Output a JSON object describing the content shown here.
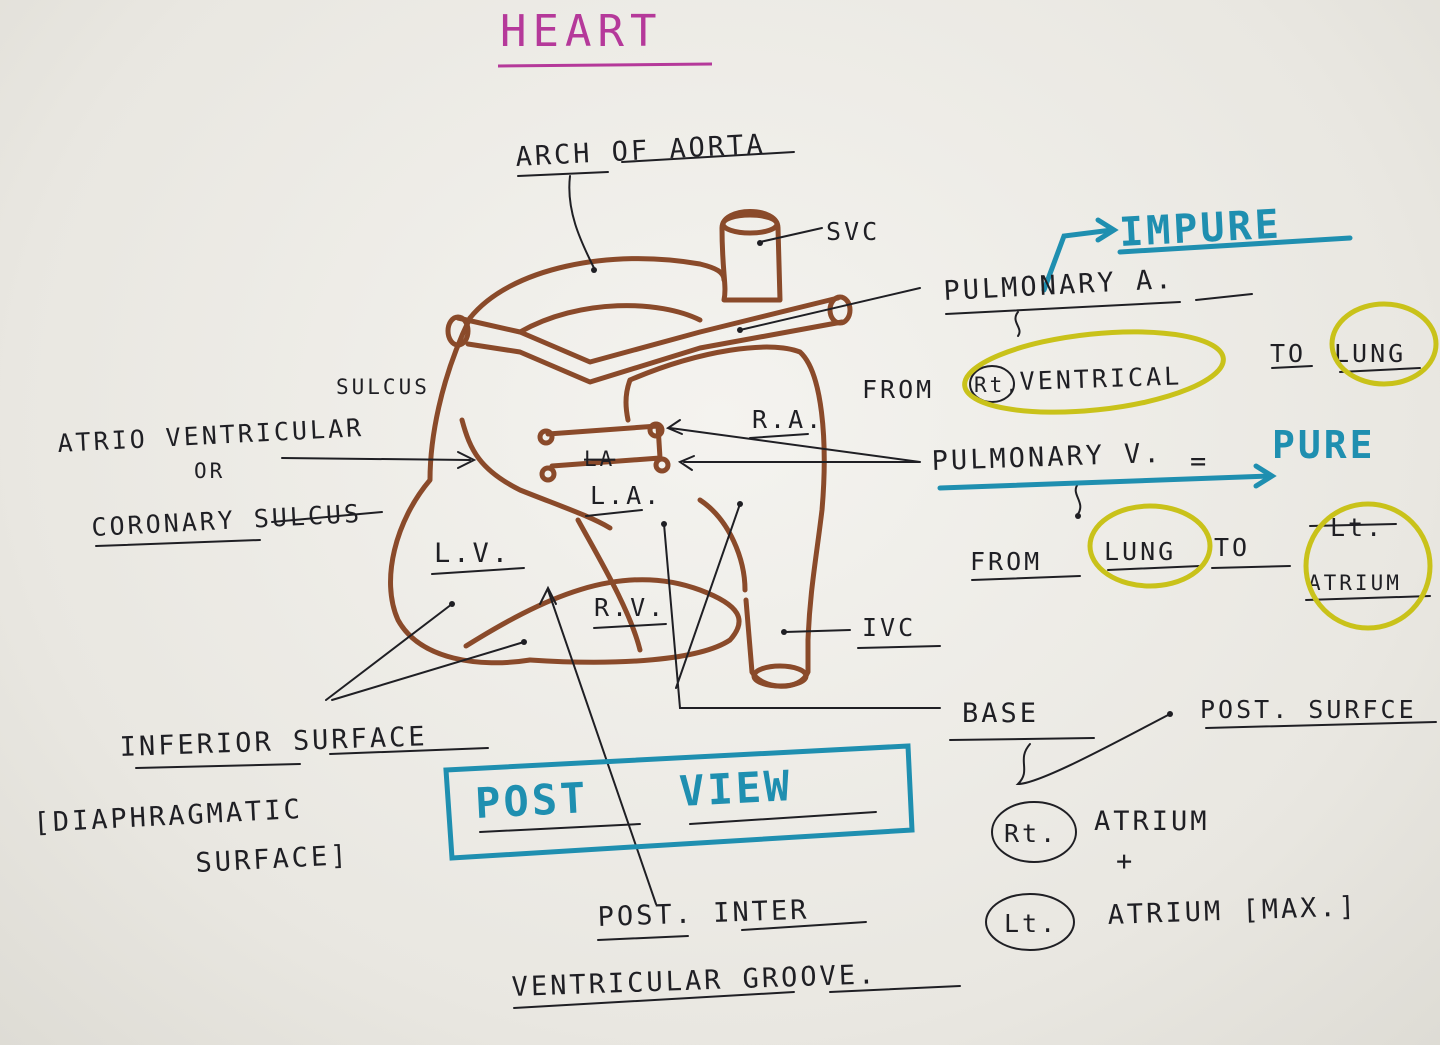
{
  "title": "HEART",
  "view_box_label": [
    "POST",
    "VIEW"
  ],
  "labels": {
    "arch_of_aorta": "ARCH OF AORTA",
    "svc": "SVC",
    "ra": "R.A.",
    "la_struck": "LA",
    "la": "L.A.",
    "lv": "L.V.",
    "rv": "R.V.",
    "ivc": "IVC",
    "sulcus": "SULCUS",
    "atrio_ventricular": "ATRIO VENTRICULAR",
    "or": "OR",
    "coronary_sulcus": "CORONARY SULCUS",
    "inferior_surface": "INFERIOR SURFACE",
    "diaphragmatic_line1": "[DIAPHRAGMATIC",
    "diaphragmatic_line2": "SURFACE]",
    "post_inter": "POST. INTER",
    "ventricular_groove": "VENTRICULAR GROOVE."
  },
  "notes": {
    "impure": "IMPURE",
    "pulmonary_a": "PULMONARY A.",
    "from1": "FROM",
    "rt1": "Rt.",
    "ventrical": "VENTRICAL",
    "to1": "TO",
    "lung1": "LUNG",
    "pulmonary_v": "PULMONARY V.",
    "equals": "=",
    "pure": "PURE",
    "from2": "FROM",
    "lung2": "LUNG",
    "to2": "TO",
    "lt1": "Lt.",
    "atrium1": "ATRIUM",
    "base": "BASE",
    "post_surface": "POST. SURFCE",
    "rt2": "Rt.",
    "atrium2": "ATRIUM",
    "plus": "+",
    "lt2": "Lt.",
    "atrium_max": "ATRIUM [MAX.]"
  },
  "colors": {
    "heart_outline": "#8a4a2a",
    "title": "#b5399a",
    "highlight_circle": "#c9c21a",
    "blue_ink": "#1f8fb0",
    "black_ink": "#1f1f24"
  }
}
